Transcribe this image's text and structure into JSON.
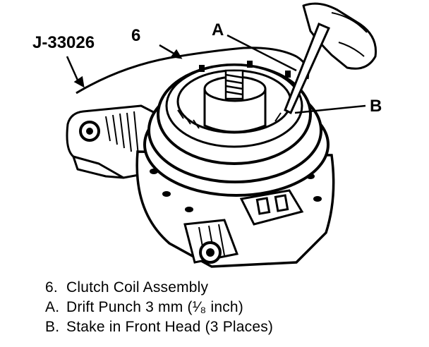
{
  "callouts": {
    "tool": "J-33026",
    "part_6": "6",
    "part_a": "A",
    "part_b": "B"
  },
  "legend": [
    {
      "key": "6.",
      "text": "Clutch Coil Assembly"
    },
    {
      "key": "A.",
      "text": "Drift Punch 3 mm (¹⁄₈ inch)"
    },
    {
      "key": "B.",
      "text": "Stake in Front Head (3 Places)"
    }
  ],
  "colors": {
    "ink": "#000000",
    "paper": "#ffffff"
  }
}
